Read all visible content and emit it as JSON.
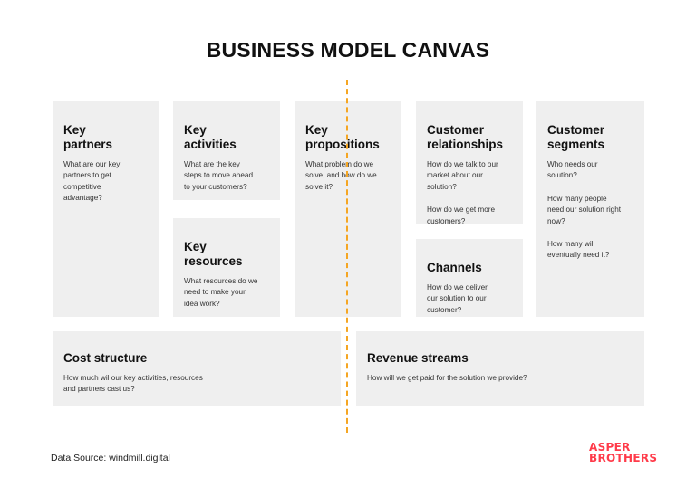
{
  "title": "BUSINESS MODEL CANVAS",
  "blocks": {
    "partners": {
      "heading": "Key\npartners",
      "text": "What are our key\npartners to get\ncompetitive\nadvantage?"
    },
    "activities": {
      "heading": "Key\nactivities",
      "text": "What are the key\nsteps to move ahead\nto your customers?"
    },
    "resources": {
      "heading": "Key\nresources",
      "text": "What resources do we\nneed to make your\nidea work?"
    },
    "propositions": {
      "heading": "Key\npropositions",
      "text": "What problem do we\nsolve, and how do we\nsolve it?"
    },
    "relationships": {
      "heading": "Customer\nrelationships",
      "text": "How do we talk to our\nmarket about our\nsolution?",
      "text2": "How do we get more\ncustomers?"
    },
    "channels": {
      "heading": "Channels",
      "text": "How do we deliver\nour solution to our\ncustomer?"
    },
    "segments": {
      "heading": "Customer\nsegments",
      "text": "Who needs our\nsolution?",
      "text2": "How many people\nneed our solution right\nnow?",
      "text3": "How many will\neventually need it?"
    },
    "cost": {
      "heading": "Cost structure",
      "text": "How much wil our key activities, resources\nand partners cast us?"
    },
    "revenue": {
      "heading": "Revenue streams",
      "text": "How will we get paid for the solution we provide?"
    }
  },
  "source": "Data Source: windmill.digital",
  "logo": {
    "line1": "ASPER",
    "line2": "BROTHERS"
  },
  "colors": {
    "box": "#efefef",
    "divider": "#f5a623",
    "logo": "#ff3b4a"
  }
}
